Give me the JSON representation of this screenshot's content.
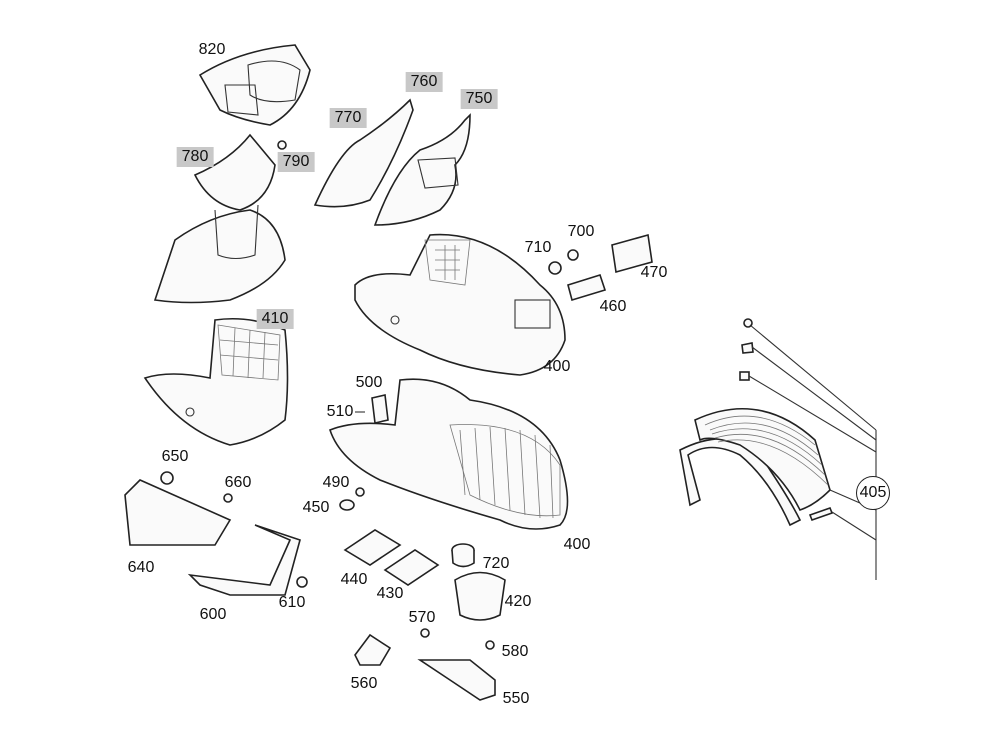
{
  "labels": [
    {
      "id": "820",
      "text": "820",
      "highlighted": false
    },
    {
      "id": "760",
      "text": "760",
      "highlighted": true
    },
    {
      "id": "750",
      "text": "750",
      "highlighted": true
    },
    {
      "id": "770",
      "text": "770",
      "highlighted": true
    },
    {
      "id": "780",
      "text": "780",
      "highlighted": true
    },
    {
      "id": "790",
      "text": "790",
      "highlighted": true
    },
    {
      "id": "700",
      "text": "700",
      "highlighted": false
    },
    {
      "id": "710",
      "text": "710",
      "highlighted": false
    },
    {
      "id": "470",
      "text": "470",
      "highlighted": false
    },
    {
      "id": "460",
      "text": "460",
      "highlighted": false
    },
    {
      "id": "410",
      "text": "410",
      "highlighted": true
    },
    {
      "id": "400a",
      "text": "400",
      "highlighted": false
    },
    {
      "id": "500",
      "text": "500",
      "highlighted": false
    },
    {
      "id": "510",
      "text": "510",
      "highlighted": false
    },
    {
      "id": "650",
      "text": "650",
      "highlighted": false
    },
    {
      "id": "660",
      "text": "660",
      "highlighted": false
    },
    {
      "id": "490",
      "text": "490",
      "highlighted": false
    },
    {
      "id": "450",
      "text": "450",
      "highlighted": false
    },
    {
      "id": "405",
      "text": "405",
      "highlighted": false
    },
    {
      "id": "400b",
      "text": "400",
      "highlighted": false
    },
    {
      "id": "720",
      "text": "720",
      "highlighted": false
    },
    {
      "id": "640",
      "text": "640",
      "highlighted": false
    },
    {
      "id": "440",
      "text": "440",
      "highlighted": false
    },
    {
      "id": "430",
      "text": "430",
      "highlighted": false
    },
    {
      "id": "420",
      "text": "420",
      "highlighted": false
    },
    {
      "id": "600",
      "text": "600",
      "highlighted": false
    },
    {
      "id": "610",
      "text": "610",
      "highlighted": false
    },
    {
      "id": "570",
      "text": "570",
      "highlighted": false
    },
    {
      "id": "580",
      "text": "580",
      "highlighted": false
    },
    {
      "id": "560",
      "text": "560",
      "highlighted": false
    },
    {
      "id": "550",
      "text": "550",
      "highlighted": false
    }
  ],
  "colors": {
    "highlight": "#c8c8c8",
    "line": "#222222"
  }
}
